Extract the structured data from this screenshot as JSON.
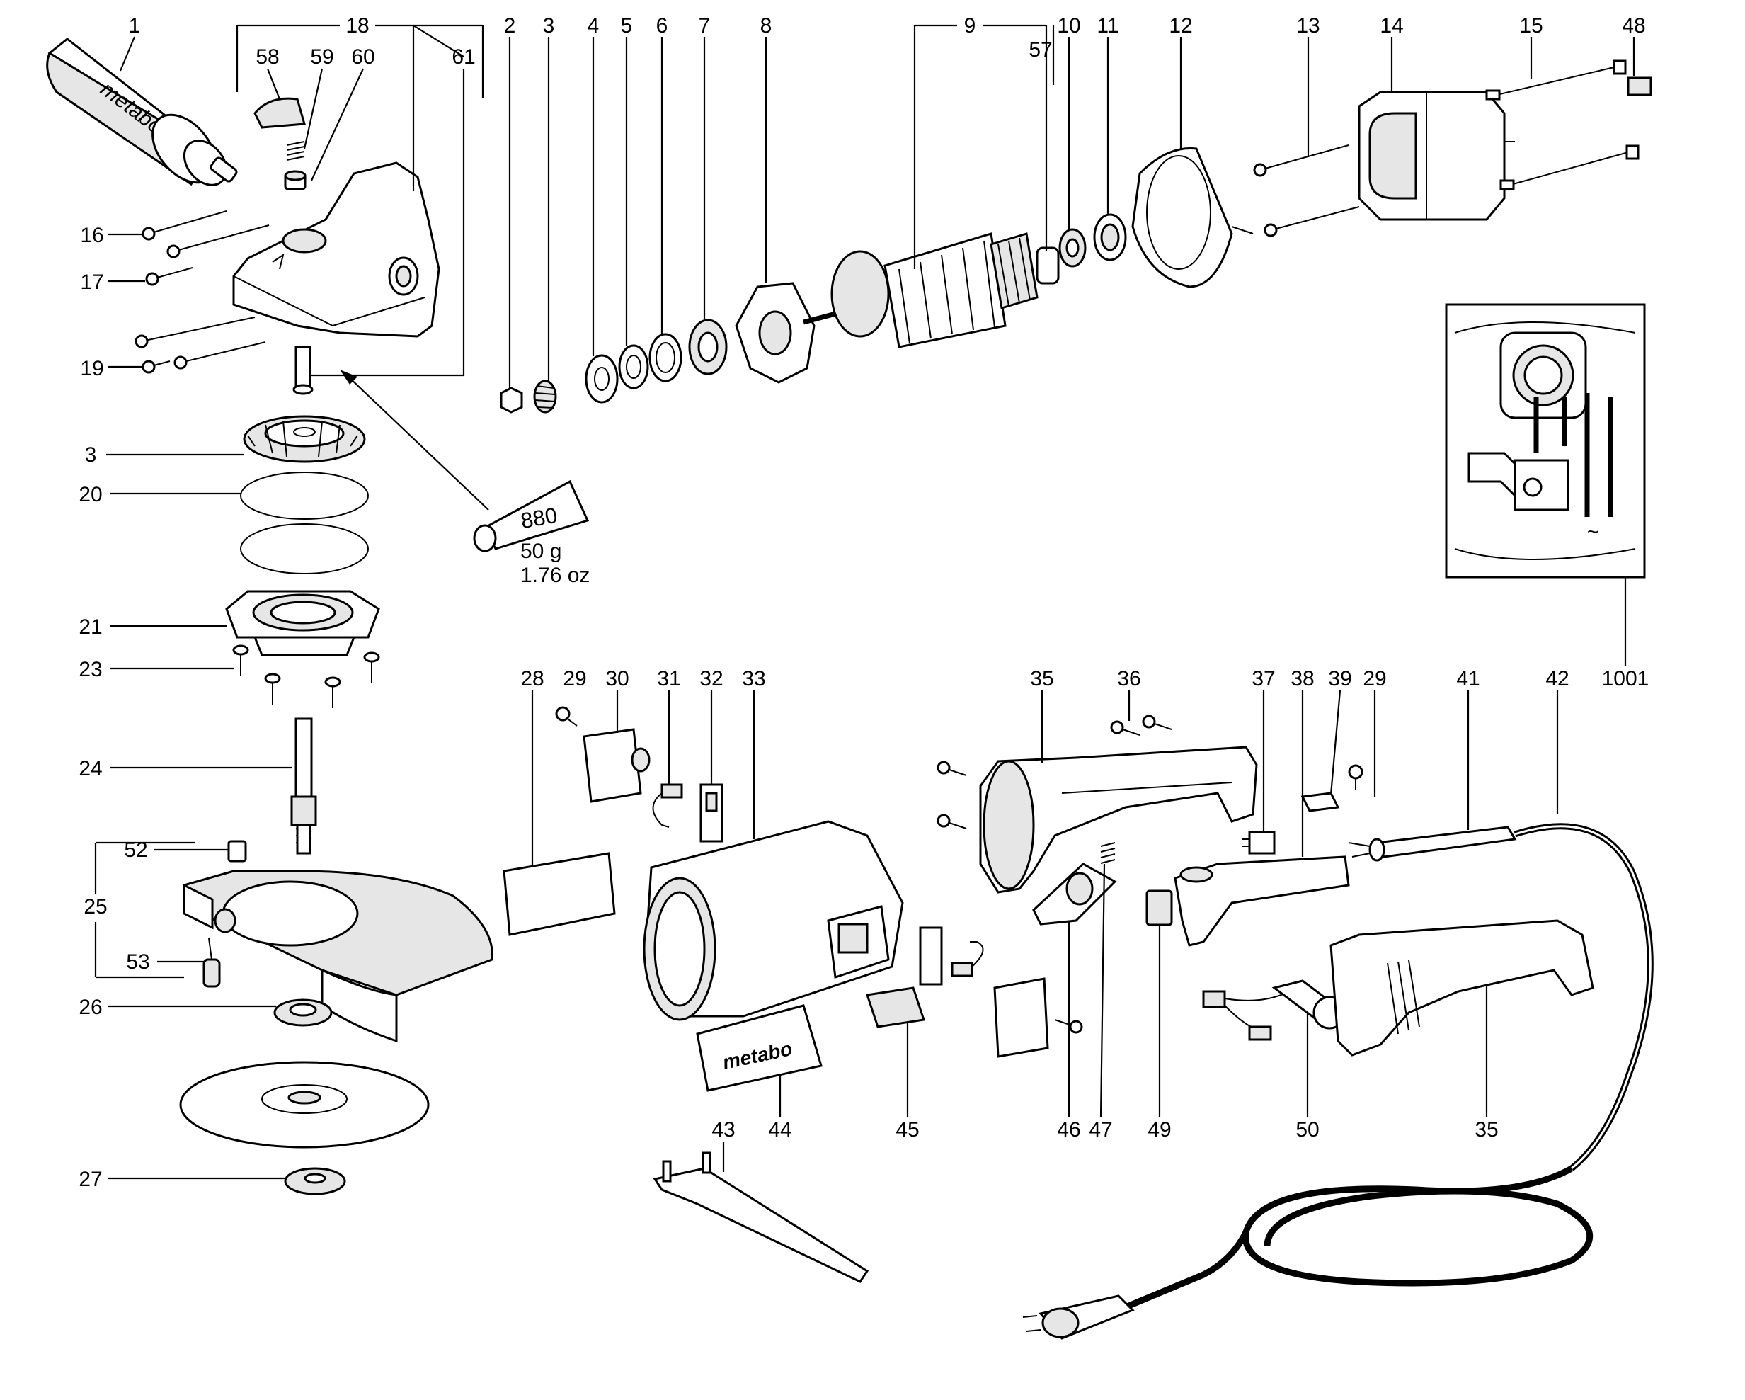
{
  "labels": {
    "l1": "1",
    "l18": "18",
    "l2": "2",
    "l3a": "3",
    "l4": "4",
    "l5": "5",
    "l6": "6",
    "l7": "7",
    "l8": "8",
    "l9": "9",
    "l10": "10",
    "l11": "11",
    "l12": "12",
    "l13": "13",
    "l14": "14",
    "l15": "15",
    "l48": "48",
    "l58": "58",
    "l59": "59",
    "l60": "60",
    "l61": "61",
    "l57": "57",
    "l16": "16",
    "l17": "17",
    "l19": "19",
    "l3b": "3",
    "l20": "20",
    "l21": "21",
    "l23": "23",
    "l24": "24",
    "l52": "52",
    "l25": "25",
    "l53": "53",
    "l26": "26",
    "l27": "27",
    "l28": "28",
    "l29a": "29",
    "l30": "30",
    "l31": "31",
    "l32": "32",
    "l33": "33",
    "l35a": "35",
    "l36": "36",
    "l37": "37",
    "l38": "38",
    "l39": "39",
    "l29b": "29",
    "l41": "41",
    "l42": "42",
    "l1001": "1001",
    "l43": "43",
    "l44": "44",
    "l45": "45",
    "l46": "46",
    "l47": "47",
    "l49": "49",
    "l50": "50",
    "l35b": "35"
  },
  "grease": {
    "code": "880",
    "weight_g": "50 g",
    "weight_oz": "1.76 oz"
  },
  "brand": {
    "handle_logo": "metabo",
    "plate_logo": "metabo"
  },
  "wiring": {
    "ac_symbol": "~"
  }
}
